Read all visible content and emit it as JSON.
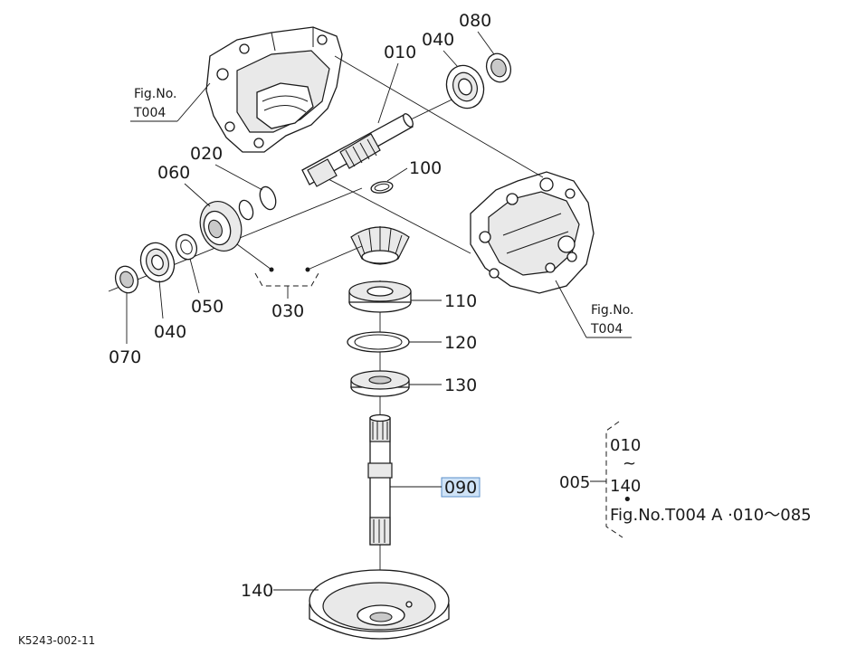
{
  "fig_refs": [
    "Fig.No.",
    "T004"
  ],
  "part_labels": {
    "p010": "010",
    "p020": "020",
    "p030": "030",
    "p040a": "040",
    "p040b": "040",
    "p050": "050",
    "p060": "060",
    "p070": "070",
    "p080": "080",
    "p090": "090",
    "p100": "100",
    "p110": "110",
    "p120": "120",
    "p130": "130",
    "p140": "140"
  },
  "assembly_note": {
    "parent": "005",
    "from": "010",
    "tilde": "~",
    "to": "140",
    "dot": "•",
    "ref": "Fig.No.T004 A ·010～085"
  },
  "drawing_code": "K5243-002-11",
  "highlight_color": "#cfe3f7"
}
